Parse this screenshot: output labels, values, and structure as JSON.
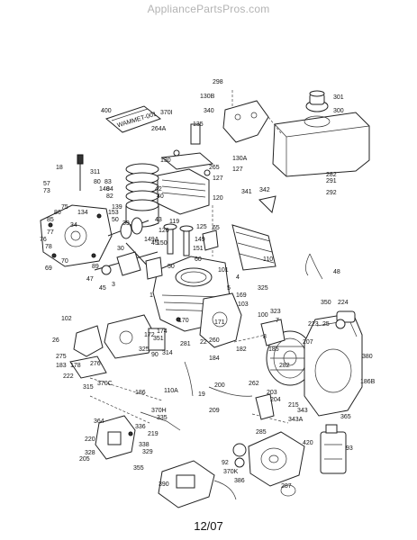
{
  "watermark": "AppliancePartsPros.com",
  "footer": {
    "date_code": "12/07"
  },
  "manual_label": "WAMMET-001",
  "part_labels": [
    "298",
    "301",
    "130B",
    "300",
    "340",
    "370I",
    "400",
    "135",
    "264A",
    "130",
    "130A",
    "127",
    "265",
    "282",
    "291",
    "292",
    "18",
    "311",
    "57",
    "73",
    "80",
    "83",
    "84",
    "82",
    "140",
    "42",
    "127",
    "40",
    "120",
    "75",
    "86",
    "85",
    "134",
    "139",
    "153",
    "50",
    "39",
    "43",
    "119",
    "126",
    "149A",
    "125",
    "341",
    "342",
    "65",
    "34",
    "77",
    "76",
    "78",
    "70",
    "69",
    "30",
    "45",
    "150",
    "149",
    "151",
    "60",
    "110",
    "48",
    "89",
    "50",
    "47",
    "45",
    "3",
    "4",
    "5",
    "169",
    "1",
    "101",
    "325",
    "350",
    "224",
    "102",
    "103",
    "100",
    "323",
    "7",
    "171",
    "170",
    "174",
    "172",
    "351",
    "281",
    "223",
    "25",
    "26",
    "22",
    "260",
    "182",
    "207",
    "275",
    "325",
    "314",
    "8",
    "185",
    "184",
    "183",
    "178",
    "276",
    "315",
    "90",
    "282",
    "380",
    "222",
    "370C",
    "186B",
    "186",
    "200",
    "110A",
    "19",
    "262",
    "203",
    "204",
    "209",
    "215",
    "343",
    "343A",
    "370H",
    "335",
    "365",
    "364",
    "336",
    "219",
    "220",
    "338",
    "329",
    "328",
    "205",
    "355",
    "285",
    "420",
    "92",
    "93",
    "370K",
    "386",
    "287",
    "390"
  ]
}
